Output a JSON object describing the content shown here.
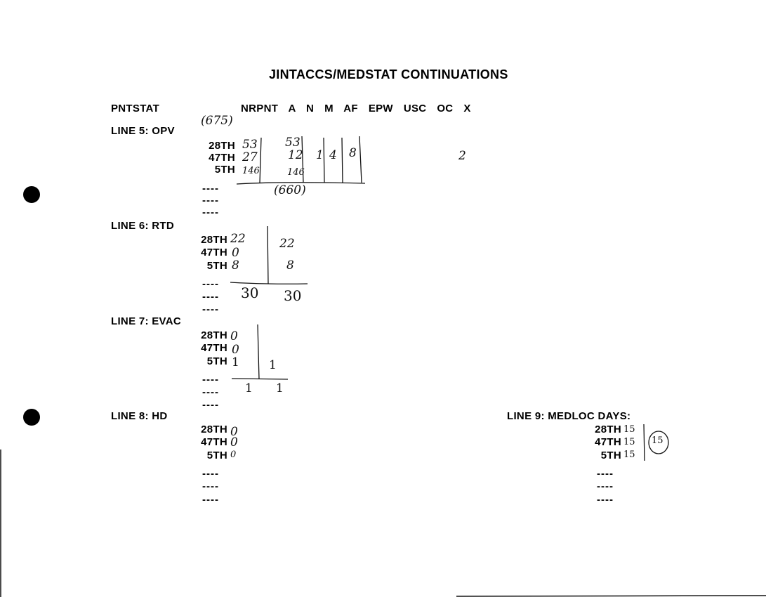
{
  "title": "JINTACCS/MEDSTAT CONTINUATIONS",
  "header": {
    "label": "PNTSTAT",
    "columns": "NRPNT  A  N  M  AF  EPW  USC  OC  X"
  },
  "placeholder_dash": "----",
  "sections": [
    {
      "label": "LINE 5: OPV",
      "note_total": "(675)",
      "rows": [
        {
          "unit": "28TH",
          "values": [
            "53",
            "53",
            "",
            "",
            ""
          ]
        },
        {
          "unit": "47TH",
          "values": [
            "27",
            "12",
            "1",
            "4",
            "8"
          ]
        },
        {
          "unit": "5TH",
          "values": [
            "146",
            "146",
            "",
            "",
            ""
          ]
        }
      ],
      "subtotal": "(660)",
      "extra": "2"
    },
    {
      "label": "LINE 6: RTD",
      "rows": [
        {
          "unit": "28TH",
          "values": [
            "22",
            "22"
          ]
        },
        {
          "unit": "47TH",
          "values": [
            "0",
            ""
          ]
        },
        {
          "unit": "5TH",
          "values": [
            "8",
            "8"
          ]
        }
      ],
      "totals": [
        "30",
        "30"
      ]
    },
    {
      "label": "LINE 7: EVAC",
      "rows": [
        {
          "unit": "28TH",
          "values": [
            "0",
            ""
          ]
        },
        {
          "unit": "47TH",
          "values": [
            "0",
            ""
          ]
        },
        {
          "unit": "5TH",
          "values": [
            "1",
            "1"
          ]
        }
      ],
      "totals": [
        "1",
        "1"
      ]
    },
    {
      "label": "LINE 8: HD",
      "rows": [
        {
          "unit": "28TH",
          "values": [
            "0"
          ]
        },
        {
          "unit": "47TH",
          "values": [
            "0"
          ]
        },
        {
          "unit": "5TH",
          "values": [
            "0"
          ]
        }
      ]
    },
    {
      "label": "LINE 9: MEDLOC DAYS:",
      "rows": [
        {
          "unit": "28TH",
          "values": [
            "15"
          ]
        },
        {
          "unit": "47TH",
          "values": [
            "15"
          ]
        },
        {
          "unit": "5TH",
          "values": [
            "15"
          ]
        }
      ],
      "circled_total": "15"
    }
  ]
}
